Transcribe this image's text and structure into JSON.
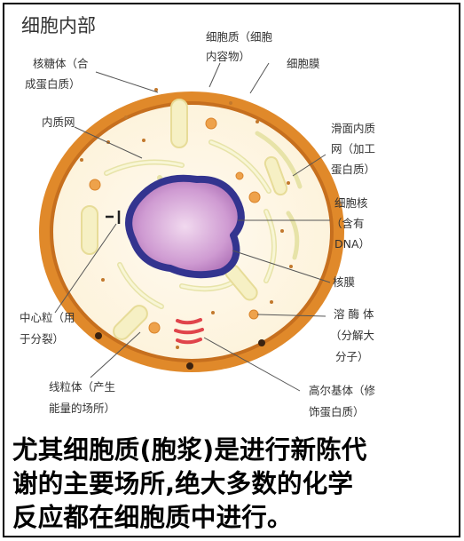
{
  "title": "细胞内部",
  "labels": {
    "ribosome": [
      "核糖体（合",
      "成蛋白质）"
    ],
    "cytoplasm": [
      "细胞质（细胞",
      "内容物）"
    ],
    "membrane": [
      "细胞膜"
    ],
    "er": [
      "内质网"
    ],
    "smooth_er": [
      "滑面内质",
      "网（加工",
      "蛋白质）"
    ],
    "nucleus": [
      "细胞核",
      "（含有",
      "DNA）"
    ],
    "nuclear_membrane": [
      "核膜"
    ],
    "centriole": [
      "中心粒（用",
      "于分裂）"
    ],
    "lysosome": [
      "溶 酶 体",
      "（分解大",
      "分子）"
    ],
    "mitochondria": [
      "线粒体（产生",
      "能量的场所）"
    ],
    "golgi": [
      "高尔基体（修",
      "饰蛋白质）"
    ]
  },
  "caption": [
    "尤其细胞质(胞浆)是进行新陈代",
    "谢的主要场所,绝大多数的化学",
    "反应都在细胞质中进行。"
  ],
  "colors": {
    "membrane": "#e0892a",
    "cytoplasm": "#fdf6e6",
    "nucleus_border": "#33348f",
    "nucleus_fill": "#c58fcb",
    "organelle": "#f3eec0",
    "golgi": "#e0444b"
  }
}
